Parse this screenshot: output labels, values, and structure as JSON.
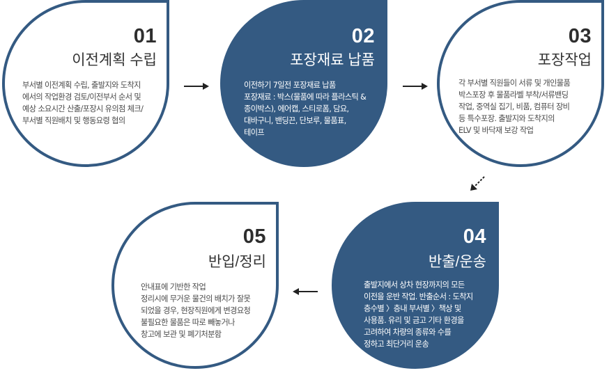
{
  "colors": {
    "primary": "#345a82",
    "text": "#333333",
    "arrow": "#222222"
  },
  "steps": [
    {
      "number": "01",
      "title": "이전계획 수립",
      "lines": [
        "부서별 이전계획 수립, 출발지와 도착지",
        "에서의 작업환경 검토/이전부서 순서 및",
        "예상 소요시간 산출/포장시 유의점 체크/",
        "부서별 직원배치 및 행동요령 협의"
      ]
    },
    {
      "number": "02",
      "title": "포장재료 납품",
      "lines": [
        "이전하기 7일전 포장재료 납품",
        "포장재료 : 박스(물품에 따라 플라스틱 &",
        "종이박스), 에어캡, 스티로폼, 담요,",
        "대바구니, 밴딩끈, 단보루, 물품표,",
        "테이프"
      ]
    },
    {
      "number": "03",
      "title": "포장작업",
      "lines": [
        "각 부서별 직원들이 서류 및 개인물품",
        "박스포장 후 물품라벨 부착/서류밴딩",
        "작업, 중역실 집기, 비품, 컴퓨터 장비",
        "등 특수포장. 출발지와 도착지의",
        "ELV 및 바닥재 보강 작업"
      ]
    },
    {
      "number": "04",
      "title": "반출/운송",
      "lines": [
        "출발지에서 상차 현장까지의 모든",
        "이전을 운반 작업. 반출순서 : 도착지",
        "층수별 〉층내 부서별 〉책상 및",
        "사용품. 유리 및 금고 기타 환경을",
        "고려하여 차량의 종류와 수를",
        "정하고 최단거리 운송"
      ]
    },
    {
      "number": "05",
      "title": "반입/정리",
      "lines": [
        "안내표에 기반한 작업",
        "정리시에 무거운 물건의 배치가 잘못",
        "되었을 경우, 현장직원에게 변경요청",
        "불필요한 물품은 따로 빼놓거나",
        "창고에 보관 및 폐기처분함"
      ]
    }
  ]
}
